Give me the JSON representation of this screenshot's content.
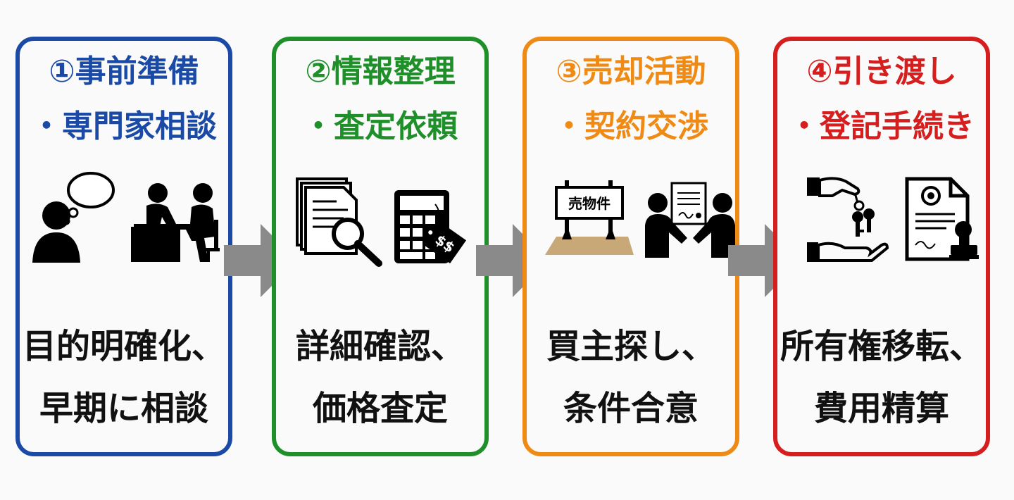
{
  "colors": {
    "step1": "#1a4aa6",
    "step2": "#1f8f2a",
    "step3": "#ef8a14",
    "step4": "#d61e1e",
    "arrow": "#8a8a8a"
  },
  "steps": [
    {
      "title_line1": "①事前準備",
      "title_line2": "・専門家相談",
      "icons": [
        "thinking-person-icon",
        "consultation-desk-icon"
      ],
      "desc_line1": "目的明確化、",
      "desc_line2": "早期に相談"
    },
    {
      "title_line1": "②情報整理",
      "title_line2": "・査定依頼",
      "icons": [
        "documents-magnifier-icon",
        "calculator-price-tag-icon"
      ],
      "desc_line1": "詳細確認、",
      "desc_line2": "価格査定"
    },
    {
      "title_line1": "③売却活動",
      "title_line2": "・契約交渉",
      "icons": [
        "for-sale-sign-icon",
        "handshake-contract-icon"
      ],
      "sign_text": "売物件",
      "tag_text": "$$",
      "desc_line1": "買主探し、",
      "desc_line2": "条件合意"
    },
    {
      "title_line1": "④引き渡し",
      "title_line2": "・登記手続き",
      "icons": [
        "key-handover-icon",
        "stamped-document-icon"
      ],
      "desc_line1": "所有権移転、",
      "desc_line2": "費用精算"
    }
  ]
}
